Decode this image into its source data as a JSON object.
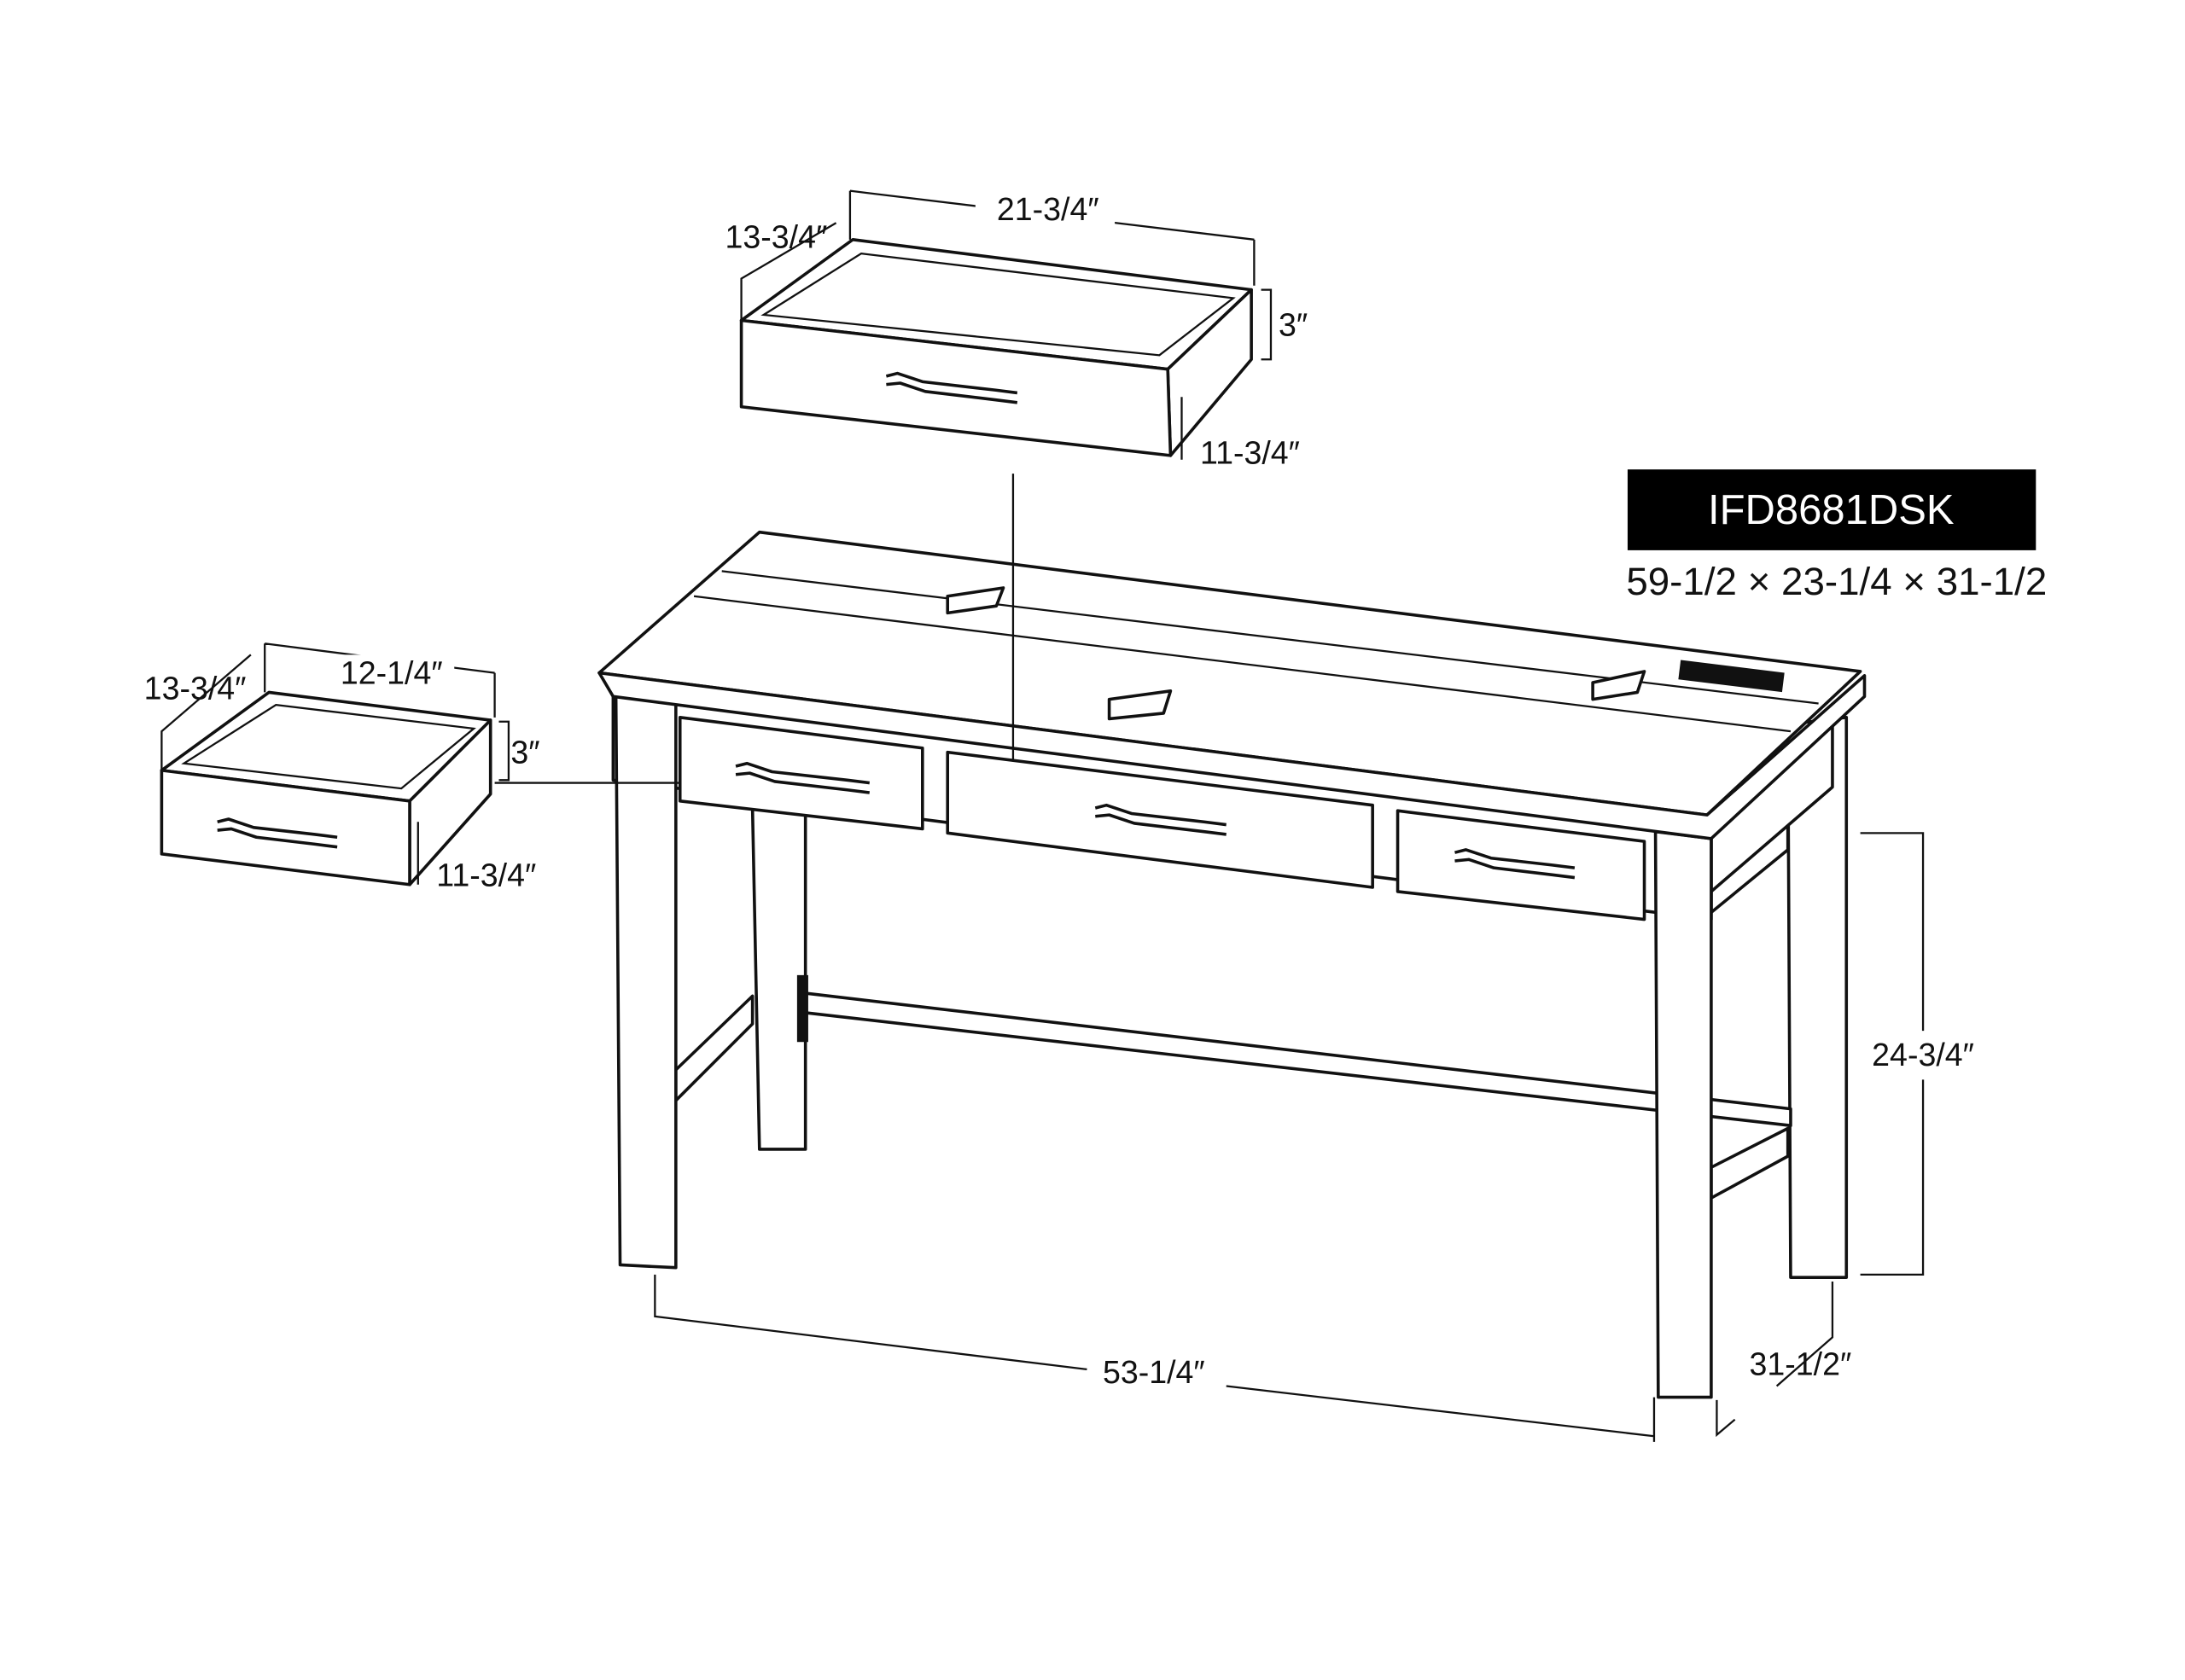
{
  "product": {
    "model": "IFD8681DSK",
    "overall_dimensions": "59-1/2 × 23-1/4 × 31-1/2"
  },
  "center_drawer": {
    "width": "21-3/4″",
    "depth": "13-3/4″",
    "height": "3″",
    "inner": "11-3/4″"
  },
  "side_drawer": {
    "width": "12-1/4″",
    "depth": "13-3/4″",
    "height": "3″",
    "inner": "11-3/4″"
  },
  "desk": {
    "leg_span": "53-1/4″",
    "knee_height": "24-3/4″",
    "overall_height": "31-1/2″"
  }
}
